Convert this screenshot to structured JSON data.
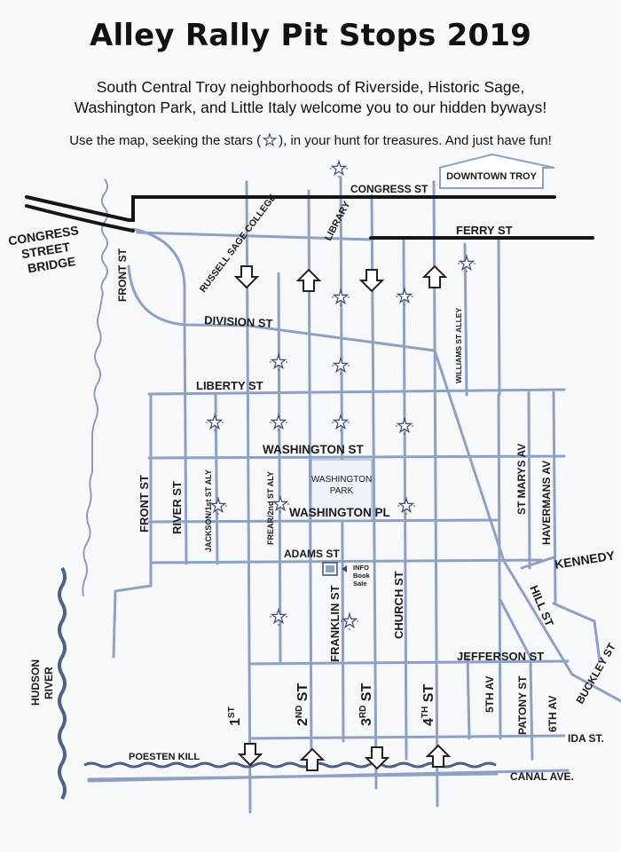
{
  "header": {
    "title": "Alley Rally Pit Stops 2019",
    "subtitle_line1": "South Central Troy neighborhoods of Riverside, Historic Sage,",
    "subtitle_line2": "Washington Park, and Little Italy welcome you to our hidden byways!",
    "hint_before": "Use the map, seeking the stars (",
    "hint_after": "), in your hunt for treasures. And just have fun!"
  },
  "colors": {
    "street": "#8fa1c2",
    "major_street": "#151515",
    "river": "#5d6f99",
    "star": "#3b4a72"
  },
  "icons": {
    "pit_stop": "star-burst-icon",
    "direction_down": "down-arrow-icon",
    "direction_up": "up-arrow-icon",
    "info": "info-kiosk-icon"
  },
  "labels": {
    "downtown": "DOWNTOWN TROY",
    "congress_st": "CONGRESS ST",
    "ferry_st": "FERRY ST",
    "bridge": [
      "CONGRESS",
      "STREET",
      "BRIDGE"
    ],
    "front_st_north": "FRONT ST",
    "russell_sage": "RUSSELL SAGE COLLEGE",
    "library": "LIBRARY",
    "division_st": "DIVISION ST",
    "williams_alley": "WILLIAMS ST ALLEY",
    "liberty_st": "LIBERTY ST",
    "washington_st": "WASHINGTON ST",
    "washington_park": [
      "WASHINGTON",
      "PARK"
    ],
    "washington_pl": "WASHINGTON PL",
    "front_st": "FRONT ST",
    "river_st": "RIVER ST",
    "jackson_aly": "JACKSON/1st ST ALY",
    "frear_aly": "FREAR/2nd ST ALY",
    "st_marys": "ST MARYS AV",
    "havermans": "HAVERMANS AV",
    "kennedy": "KENNEDY",
    "adams_st": "ADAMS ST",
    "info": [
      "INFO",
      "Book",
      "Sale"
    ],
    "franklin_st": "FRANKLIN ST",
    "church_st": "CHURCH ST",
    "hill_st": "HILL ST",
    "jefferson_st": "JEFFERSON ST",
    "buckley_st": "BUCKLEY ST",
    "hudson_river": [
      "HUDSON",
      "RIVER"
    ],
    "first_st": "1",
    "first_sup": "ST",
    "second_st": "2",
    "second_sup": "ND",
    "second_tail": " ST",
    "third_st": "3",
    "third_sup": "RD",
    "third_tail": " ST",
    "fourth_st": "4",
    "fourth_sup": "TH",
    "fourth_tail": " ST",
    "fifth_av": "5TH AV",
    "patony_st": "PATONY ST",
    "sixth_av": "6TH AV",
    "ida_st": "IDA ST.",
    "poesten_kill": "POESTEN KILL",
    "canal_ave": "CANAL AVE."
  }
}
